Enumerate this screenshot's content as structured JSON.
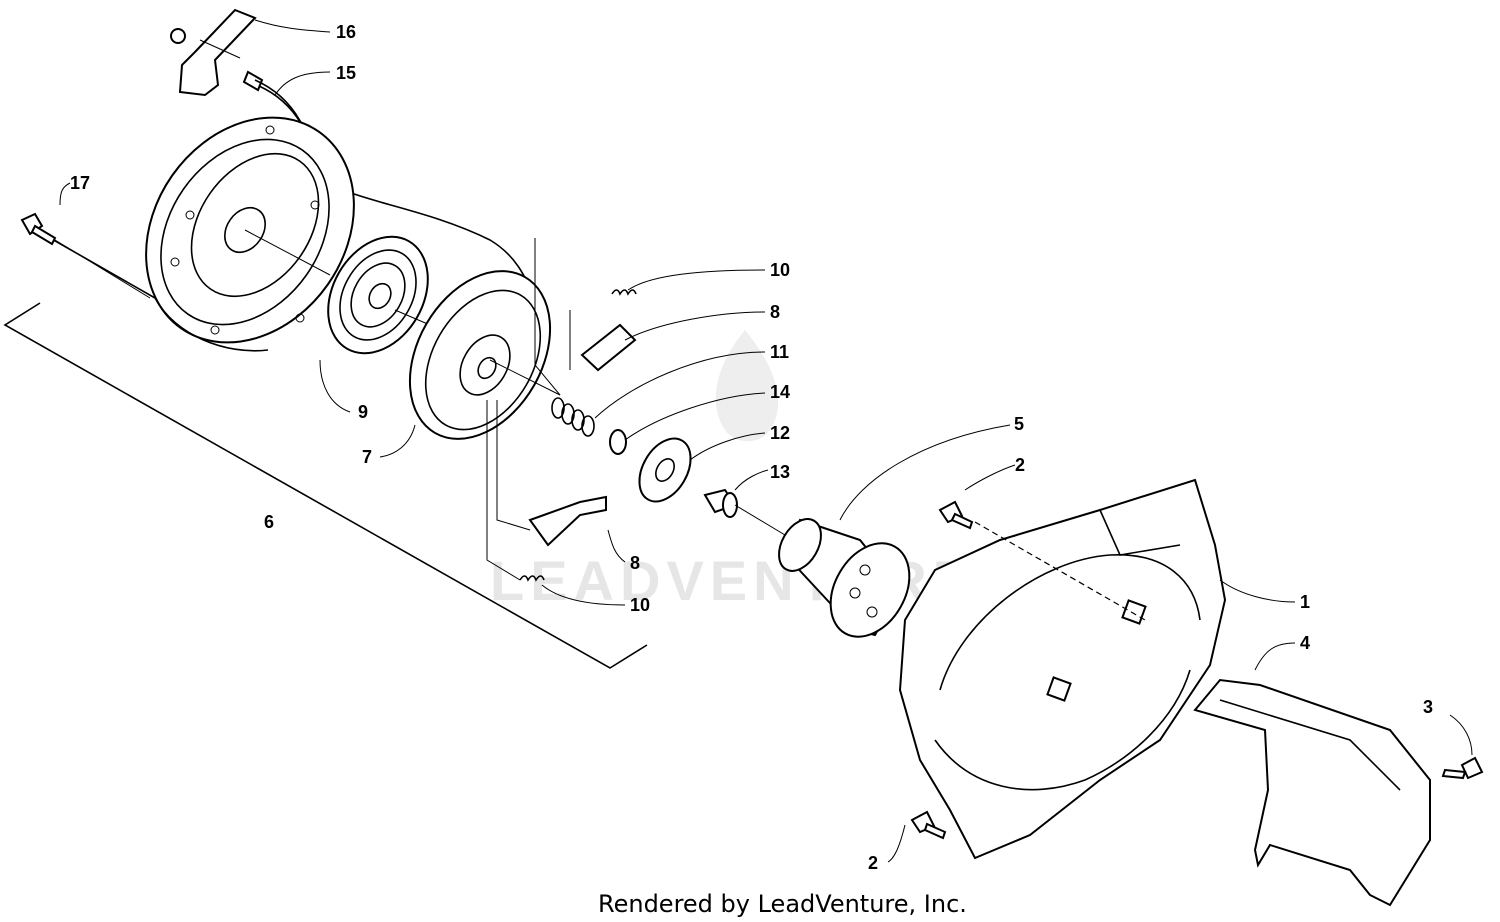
{
  "diagram": {
    "watermark": "LEADVENTURE",
    "footer": "Rendered by LeadVenture, Inc.",
    "callouts": [
      "16",
      "15",
      "17",
      "10",
      "8",
      "11",
      "14",
      "12",
      "5",
      "2",
      "13",
      "9",
      "7",
      "6",
      "8",
      "10",
      "1",
      "4",
      "3",
      "2"
    ]
  }
}
